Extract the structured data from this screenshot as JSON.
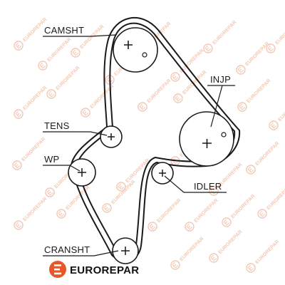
{
  "diagram": {
    "labels": {
      "camshaft": "CAMSHT",
      "injection_pump": "INJP",
      "tensioner": "TENS",
      "water_pump": "WP",
      "idler": "IDLER",
      "crankshaft": "CRANSHT"
    },
    "brand": {
      "name": "EUROREPAR",
      "accent_color": "#e8572a"
    },
    "watermark": {
      "text": "EUROREPAR",
      "color": "#f3c9b6"
    }
  }
}
